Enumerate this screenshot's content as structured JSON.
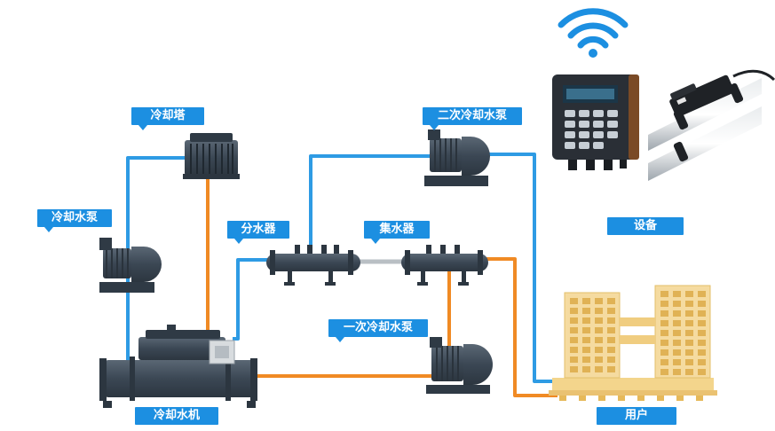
{
  "labels": {
    "cooling_tower": "冷却塔",
    "cooling_pump": "冷却水泵",
    "secondary_pump": "二次冷却水泵",
    "distributor": "分水器",
    "collector": "集水器",
    "primary_pump": "一次冷却水泵",
    "chiller": "冷却水机",
    "equipment": "设备",
    "user": "用户"
  },
  "colors": {
    "cold_pipe": "#2e9be4",
    "hot_pipe": "#f08a24",
    "label_bg": "#1c8fe1",
    "machine": "#3d4a57",
    "building": "#f3d58c"
  },
  "icons": {
    "wifi": "wifi-icon",
    "flowmeter": "ultrasonic-flowmeter-icon"
  }
}
